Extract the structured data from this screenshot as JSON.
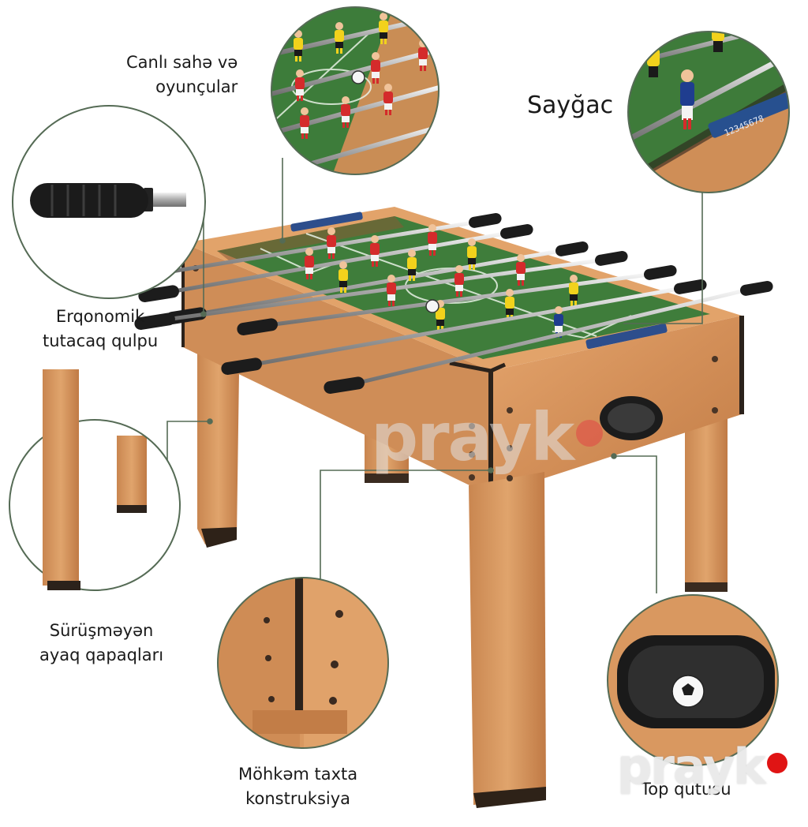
{
  "labels": {
    "field": [
      "Canlı sahə və",
      "oyunçular"
    ],
    "counter": "Sayğac",
    "handle": [
      "Erqonomik",
      "tutacaq qulpu"
    ],
    "caps": [
      "Sürüşməyən",
      "ayaq qapaqları"
    ],
    "construction": [
      "Möhkəm taxta",
      "konstruksiya"
    ],
    "ball_return": "Top qutusu"
  },
  "counter_digits": "12345678",
  "watermark": {
    "text": "prayk",
    "dot_color": "#e01414"
  },
  "colors": {
    "wood": "#d8955e",
    "wood_dark": "#b77446",
    "field_green": "#3f7d3b",
    "team_red": "#d42b2b",
    "team_yellow": "#f2d21c",
    "callout_line": "#556b55"
  }
}
